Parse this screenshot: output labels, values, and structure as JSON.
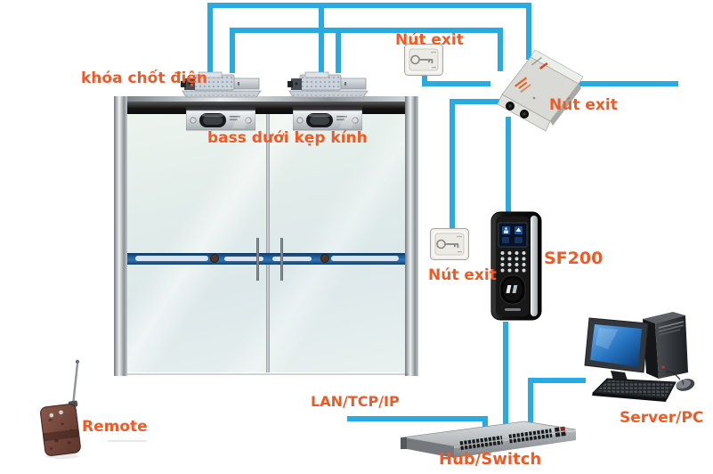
{
  "labels": {
    "electric_lock": "khóa chốt điện",
    "glass_bracket": "bass dưới kẹp kính",
    "exit_button_top": "Nút exit",
    "exit_button_psu": "Nút exit",
    "exit_button_side": "Nút exit",
    "reader": "SF200",
    "lan": "LAN/TCP/IP",
    "hub": "Hub/Switch",
    "server": "Server/PC",
    "remote": "Remote"
  },
  "colors": {
    "wire": "#29abe2",
    "label_text": "#f15a24",
    "door_stripe": "#1d5a96",
    "device_body": "#141414"
  },
  "icons": {
    "door": "double-glass-door",
    "lock": "electric-bolt-lock",
    "bracket": "glass-clamp-bracket",
    "exit_button": "exit-button",
    "power_supply": "power-supply-box",
    "reader": "fingerprint-reader",
    "hub": "network-switch",
    "server": "desktop-computer",
    "remote": "remote-control"
  }
}
